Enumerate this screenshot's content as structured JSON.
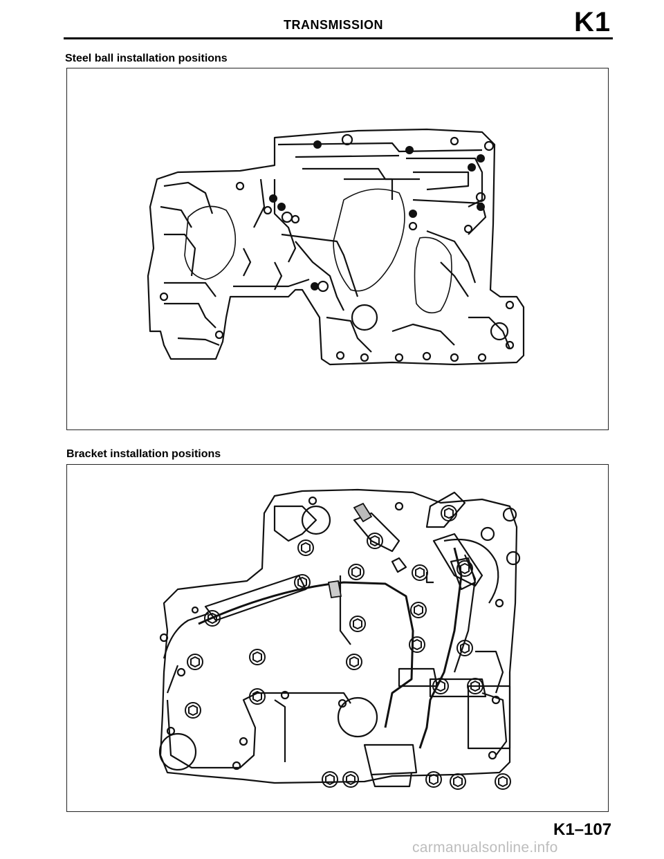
{
  "header": {
    "title": "TRANSMISSION",
    "section_code": "K1"
  },
  "sections": {
    "steel_ball": {
      "heading": "Steel ball installation positions"
    },
    "bracket": {
      "heading": "Bracket installation positions"
    }
  },
  "footer": {
    "page_number": "K1–107",
    "watermark": "carmanualsonline.info"
  }
}
